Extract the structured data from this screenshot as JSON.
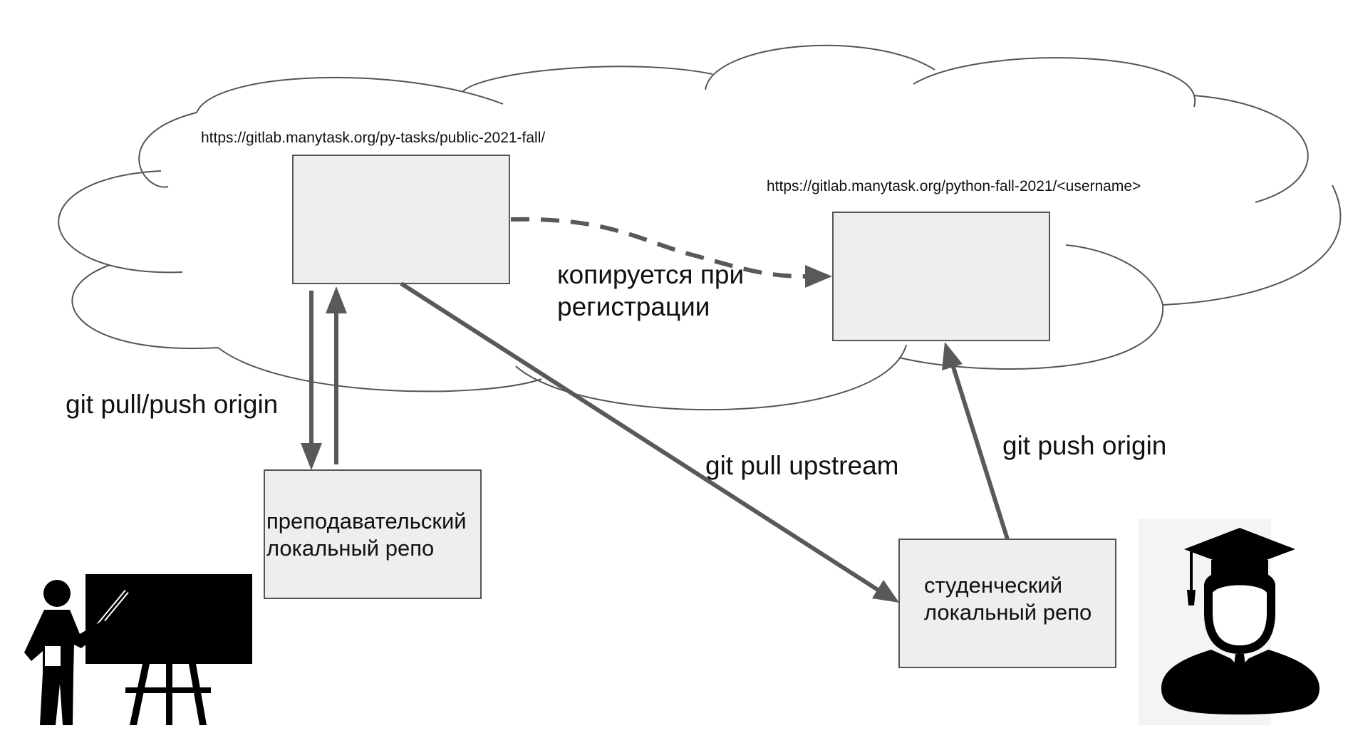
{
  "diagram": {
    "public_repo_url": "https://gitlab.manytask.org/py-tasks/public-2021-fall/",
    "student_repo_url": "https://gitlab.manytask.org/python-fall-2021/<username>",
    "copy_label_line1": "копируется при",
    "copy_label_line2": "регистрации",
    "teacher_sync_label": "git pull/push origin",
    "pull_upstream_label": "git pull upstream",
    "push_origin_label": "git push origin",
    "teacher_box_line1": "преподавательский",
    "teacher_box_line2": "локальный репо",
    "student_box_line1": "студенческий",
    "student_box_line2": "локальный репо"
  },
  "icons": {
    "teacher": "teacher-at-blackboard-icon",
    "student": "graduate-student-icon"
  },
  "colors": {
    "box_fill": "#eeeeee",
    "arrow": "#595959",
    "cloud_outline": "#555555"
  }
}
